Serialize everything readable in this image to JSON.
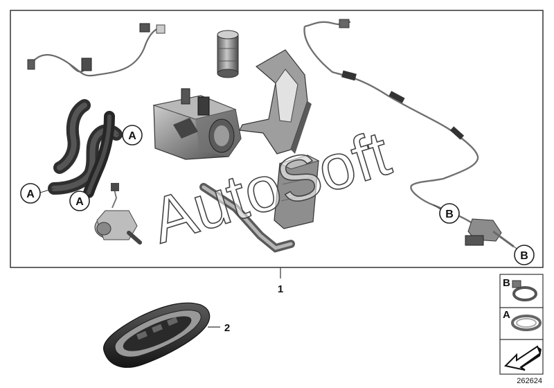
{
  "diagram": {
    "callouts": {
      "A1": "A",
      "A2": "A",
      "A3": "A",
      "B1": "B",
      "B2": "B"
    },
    "part_numbers": {
      "kit": "1",
      "remote": "2"
    },
    "legend": {
      "row_b_label": "B",
      "row_a_label": "A"
    },
    "image_id": "262624"
  },
  "watermark": {
    "text": "AutoSoft"
  },
  "colors": {
    "frame": "#333333",
    "part_fill": "#9a9a9a",
    "part_dark": "#3d3d3d",
    "wire": "#6a6a6a",
    "callout_fill": "#ffffff"
  }
}
